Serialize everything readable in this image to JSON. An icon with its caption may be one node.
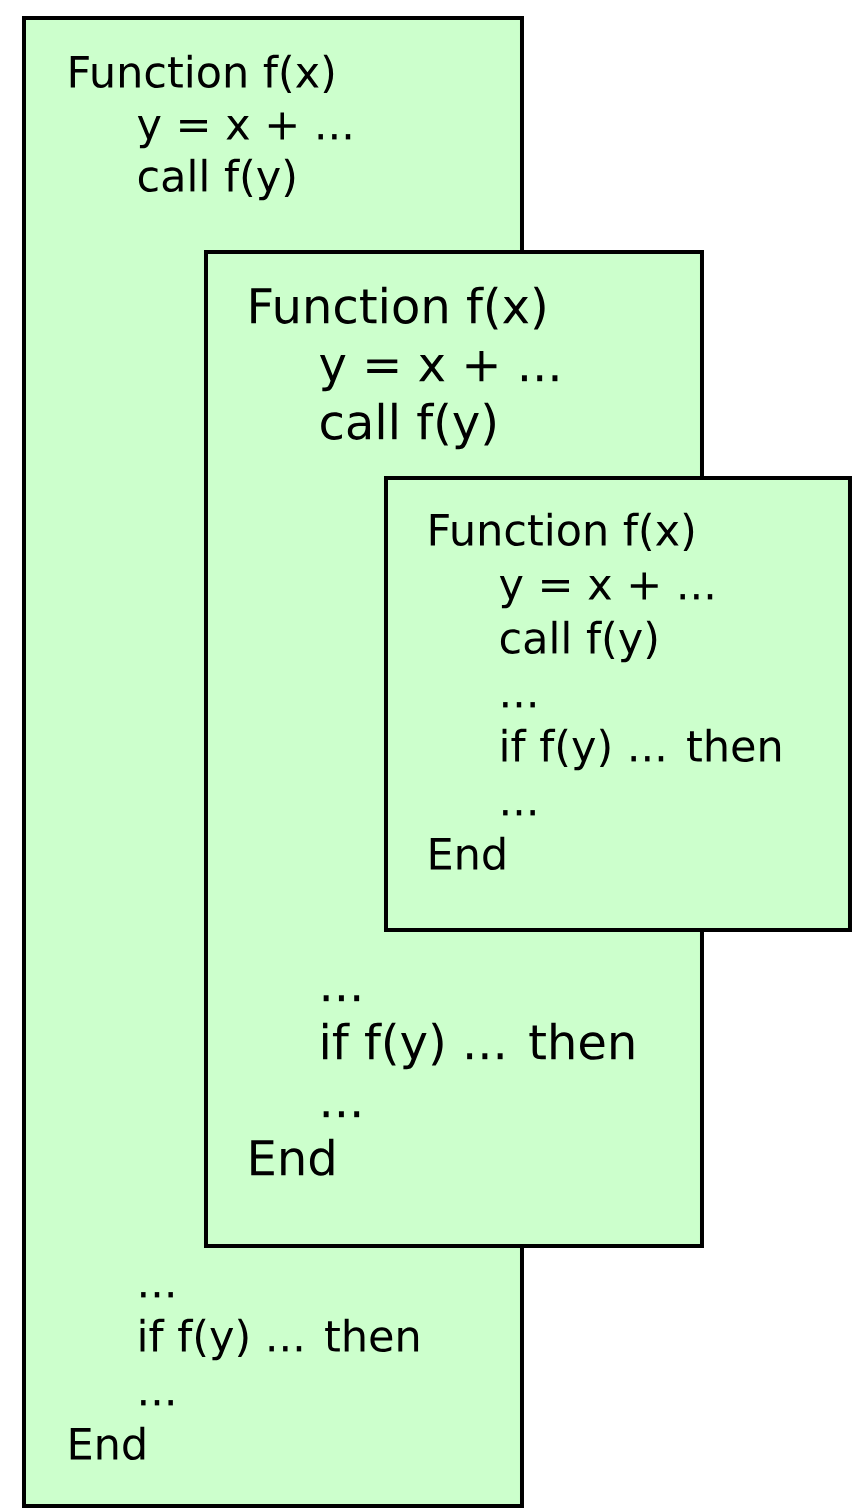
{
  "diagram": {
    "nodes": [
      {
        "text": [
          "Function f(x)",
          "y = x + ...",
          "call f(y)",
          "...",
          "if f(y) ... then",
          "...",
          "End"
        ]
      },
      {
        "text": [
          "Function f(x)",
          "y = x + ...",
          "call f(y)",
          "...",
          "if f(y) ... then",
          "...",
          "End"
        ]
      },
      {
        "text": [
          "Function f(x)",
          "y = x + ...",
          "call f(y)",
          "...",
          "if f(y) ... then",
          "...",
          "End"
        ]
      }
    ]
  }
}
